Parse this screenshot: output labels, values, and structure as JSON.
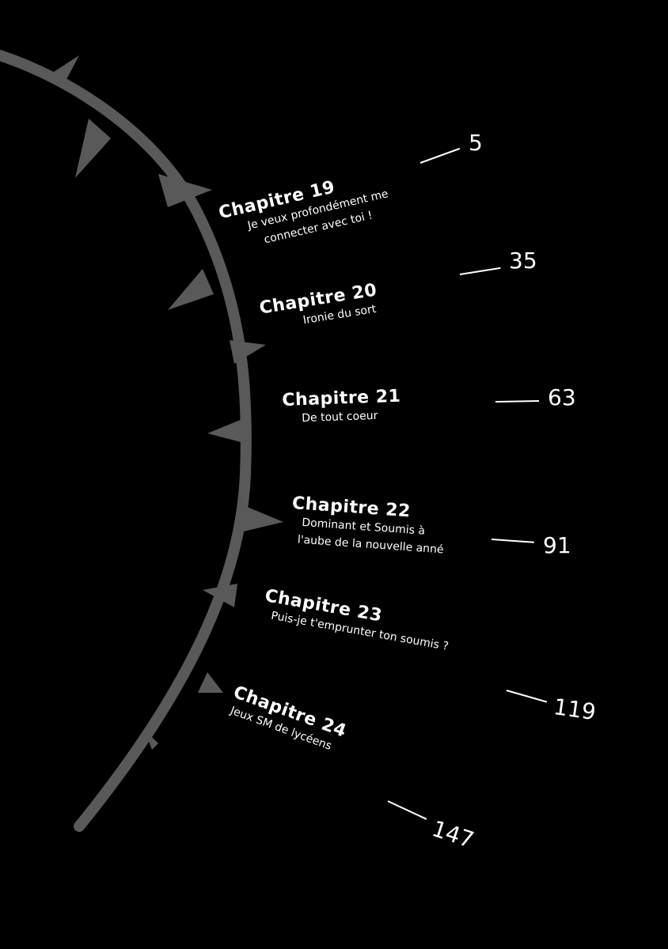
{
  "colors": {
    "background": "#000000",
    "text": "#ffffff",
    "vine": "#595959"
  },
  "toc": [
    {
      "chapter": "Chapitre 19",
      "subtitle_lines": [
        "Je veux profondément me",
        "connecter avec toi !"
      ],
      "page": "5"
    },
    {
      "chapter": "Chapitre 20",
      "subtitle_lines": [
        "Ironie du sort"
      ],
      "page": "35"
    },
    {
      "chapter": "Chapitre 21",
      "subtitle_lines": [
        "De tout coeur"
      ],
      "page": "63"
    },
    {
      "chapter": "Chapitre 22",
      "subtitle_lines": [
        "Dominant et Soumis à",
        "l'aube de la  nouvelle anné"
      ],
      "page": "91"
    },
    {
      "chapter": "Chapitre 23",
      "subtitle_lines": [
        "Puis-je t'emprunter ton soumis ?"
      ],
      "page": "119"
    },
    {
      "chapter": "Chapitre 24",
      "subtitle_lines": [
        "Jeux SM de lycéens"
      ],
      "page": "147"
    }
  ]
}
